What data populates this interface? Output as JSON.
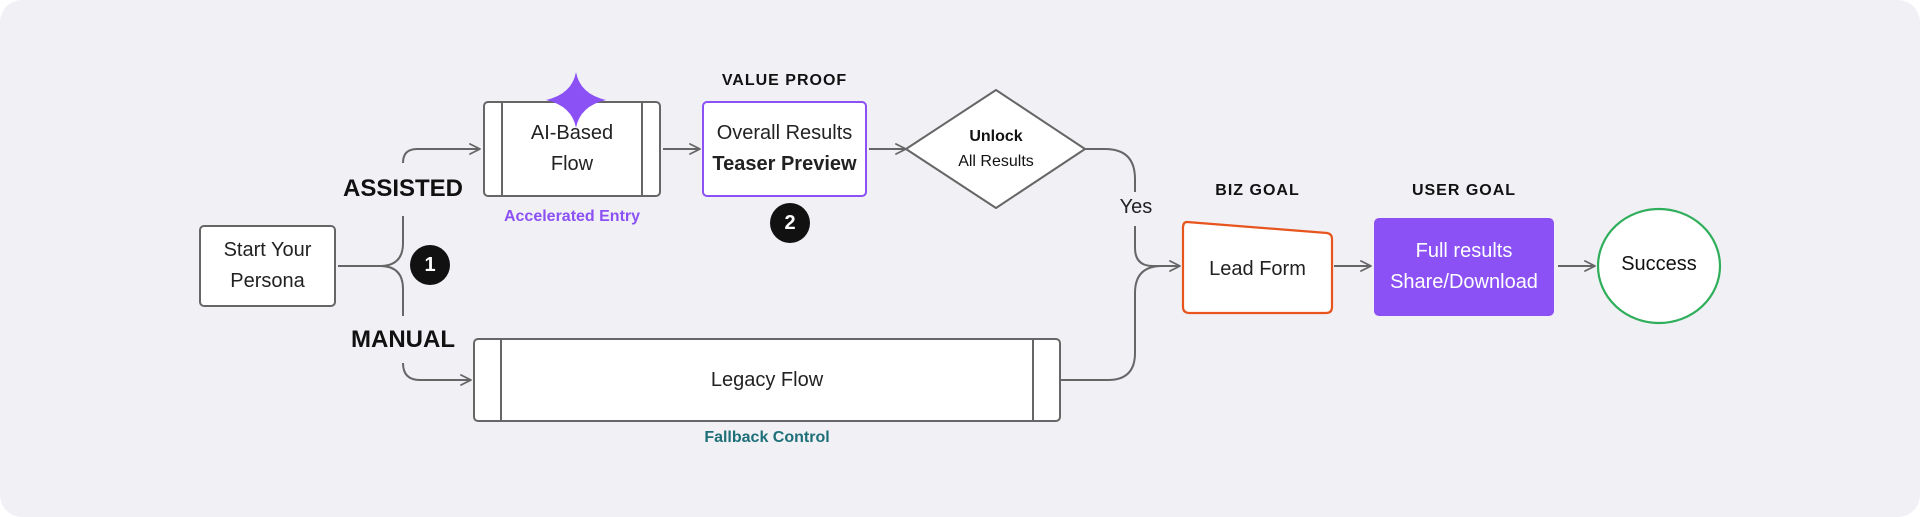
{
  "diagram": {
    "start": {
      "line1": "Start Your",
      "line2": "Persona"
    },
    "badge_1": "1",
    "badge_2": "2",
    "branch_assisted": "ASSISTED",
    "branch_manual": "MANUAL",
    "ai_flow": {
      "line1": "AI-Based",
      "line2": "Flow",
      "caption": "Accelerated Entry"
    },
    "value_proof": {
      "header": "VALUE PROOF",
      "line1": "Overall Results",
      "line2": "Teaser Preview"
    },
    "unlock": {
      "line1": "Unlock",
      "line2": "All Results"
    },
    "yes_label": "Yes",
    "legacy_flow": {
      "label": "Legacy Flow",
      "caption": "Fallback Control"
    },
    "biz_goal": {
      "header": "BIZ GOAL",
      "label": "Lead Form"
    },
    "user_goal": {
      "header": "USER GOAL",
      "line1": "Full results",
      "line2": "Share/Download"
    },
    "success": "Success"
  },
  "colors": {
    "background": "#f1f0f5",
    "purple_accent": "#8b51f5",
    "lead_form_border": "#e8541e",
    "success_border": "#2fae5b",
    "fallback_caption": "#1d6f78",
    "connector": "#666666"
  }
}
